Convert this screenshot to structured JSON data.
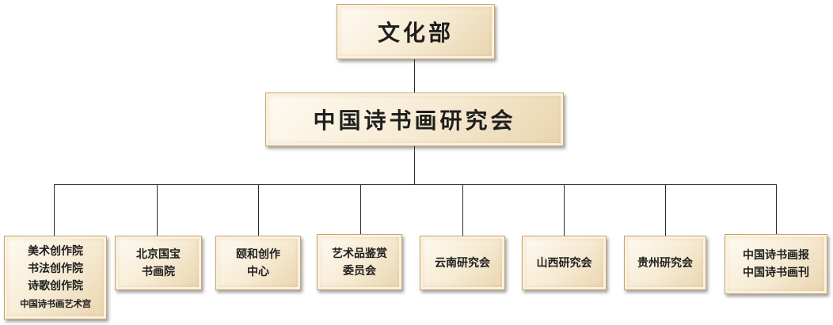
{
  "root": {
    "label": "文化部"
  },
  "main": {
    "label": "中国诗书画研究会"
  },
  "children": [
    {
      "lines": [
        "美术创作院",
        "书法创作院",
        "诗歌创作院",
        "中国诗书画艺术宫"
      ]
    },
    {
      "lines": [
        "北京国宝",
        "书画院"
      ]
    },
    {
      "lines": [
        "颐和创作",
        "中心"
      ]
    },
    {
      "lines": [
        "艺术品鉴赏",
        "委员会"
      ]
    },
    {
      "lines": [
        "云南研究会"
      ]
    },
    {
      "lines": [
        "山西研究会"
      ]
    },
    {
      "lines": [
        "贵州研究会"
      ]
    },
    {
      "lines": [
        "中国诗书画报",
        "中国诗书画刊"
      ]
    }
  ],
  "colors": {
    "box_light": "#fffbf2",
    "box_dark": "#e9d4ae",
    "border": "#c7a676",
    "line": "#2b2b2b"
  }
}
